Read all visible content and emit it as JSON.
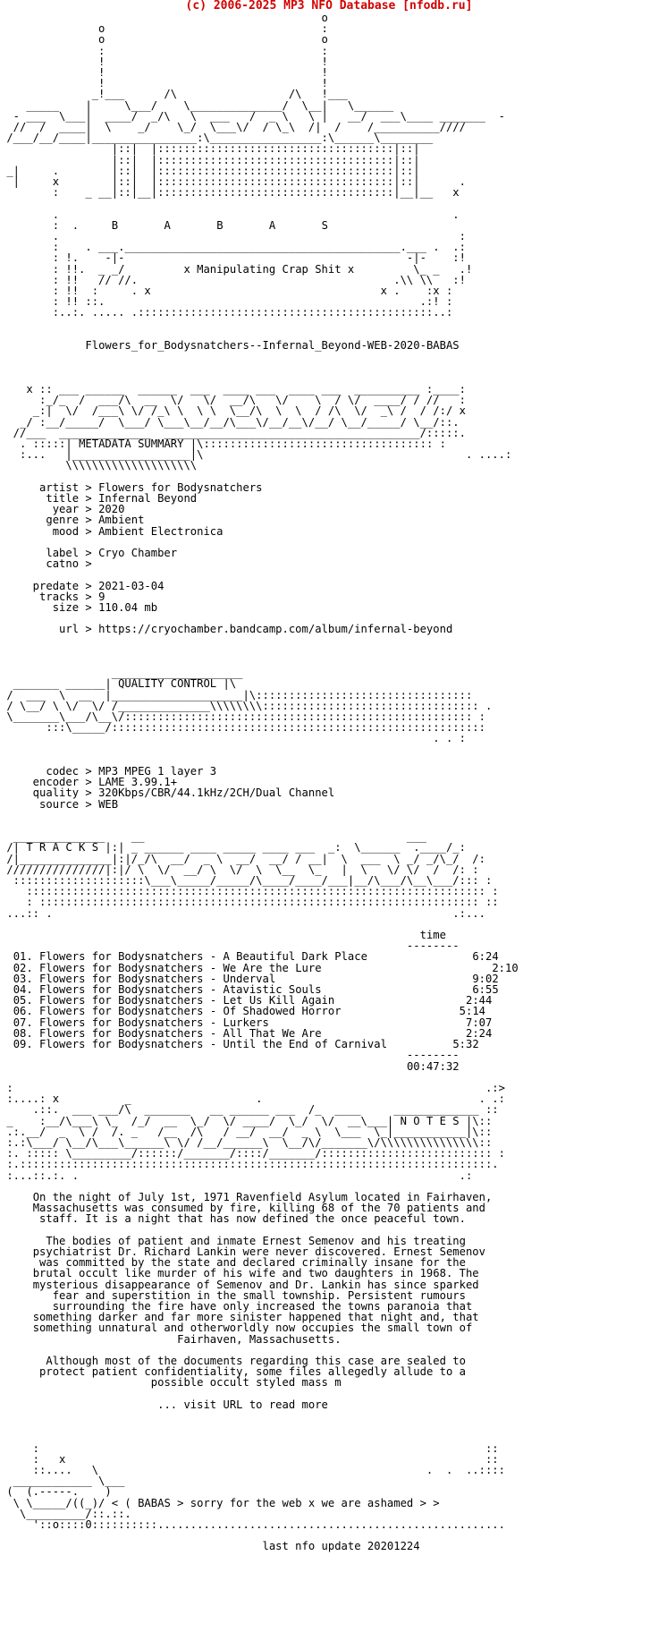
{
  "banner": {
    "prefix": "(c) 2006-2025 MP3 NFO Database [",
    "site": "nfodb.ru",
    "suffix": "]"
  },
  "release": {
    "name": "Flowers_for_Bodysnatchers--Infernal_Beyond-WEB-2020-BABAS"
  },
  "logo": {
    "letters": [
      "B",
      "A",
      "B",
      "A",
      "S"
    ],
    "slogan": "x Manipulating Crap Shit x"
  },
  "sections": {
    "metadata": "METADATA SUMMARY",
    "quality": "QUALITY CONTROL",
    "tracks": "T R A C K S",
    "notes": "N O T E S"
  },
  "metadata": {
    "artist": "Flowers for Bodysnatchers",
    "title": "Infernal Beyond",
    "year": "2020",
    "genre": "Ambient",
    "mood": "Ambient Electronica",
    "label": "Cryo Chamber",
    "catno": "",
    "predate": "2021-03-04",
    "tracks": "9",
    "size": "110.04 mb",
    "url": "https://cryochamber.bandcamp.com/album/infernal-beyond"
  },
  "quality": {
    "codec": "MP3 MPEG 1 layer 3",
    "encoder": "LAME 3.99.1+",
    "quality": "320Kbps/CBR/44.1kHz/2CH/Dual Channel",
    "source": "WEB"
  },
  "tracklist": {
    "time_header": "time",
    "items": [
      {
        "num": "01.",
        "title": "Flowers for Bodysnatchers - A Beautiful Dark Place",
        "time": "6:24"
      },
      {
        "num": "02.",
        "title": "Flowers for Bodysnatchers - We Are the Lure",
        "time": "2:10"
      },
      {
        "num": "03.",
        "title": "Flowers for Bodysnatchers - Underval",
        "time": "9:02"
      },
      {
        "num": "04.",
        "title": "Flowers for Bodysnatchers - Atavistic Souls",
        "time": "6:55"
      },
      {
        "num": "05.",
        "title": "Flowers for Bodysnatchers - Let Us Kill Again",
        "time": "2:44"
      },
      {
        "num": "06.",
        "title": "Flowers for Bodysnatchers - Of Shadowed Horror",
        "time": "5:14"
      },
      {
        "num": "07.",
        "title": "Flowers for Bodysnatchers - Lurkers",
        "time": "7:07"
      },
      {
        "num": "08.",
        "title": "Flowers for Bodysnatchers - All That We Are",
        "time": "2:24"
      },
      {
        "num": "09.",
        "title": "Flowers for Bodysnatchers - Until the End of Carnival",
        "time": "5:32"
      }
    ],
    "total": "00:47:32"
  },
  "notes": {
    "paragraphs": [
      [
        "On the night of July 1st, 1971 Ravenfield Asylum located in Fairhaven,",
        "Massachusetts was consumed by fire, killing 68 of the 70 patients and",
        "staff. It is a night that has now defined the once peaceful town."
      ],
      [
        "The bodies of patient and inmate Ernest Semenov and his treating",
        "psychiatrist Dr. Richard Lankin were never discovered. Ernest Semenov",
        "was committed by the state and declared criminally insane for the",
        "brutal occult like murder of his wife and two daughters in 1968. The",
        "mysterious disappearance of Semenov and Dr. Lankin has since sparked",
        "fear and superstition in the small township. Persistent rumours",
        "surrounding the fire have only increased the towns paranoia that",
        "something darker and far more sinister happened that night and, that",
        "something unnatural and otherworldly now occupies the small town of",
        "Fairhaven, Massachusetts."
      ],
      [
        "Although most of the documents regarding this case are sealed to",
        "protect patient confidentiality, some files allegedly allude to a",
        "possible occult styled mass m"
      ]
    ],
    "read_more": "... visit URL to read more"
  },
  "footer": {
    "message": "< ( BABAS > sorry for the web x we are ashamed > >",
    "update": "last nfo update 20201224"
  }
}
